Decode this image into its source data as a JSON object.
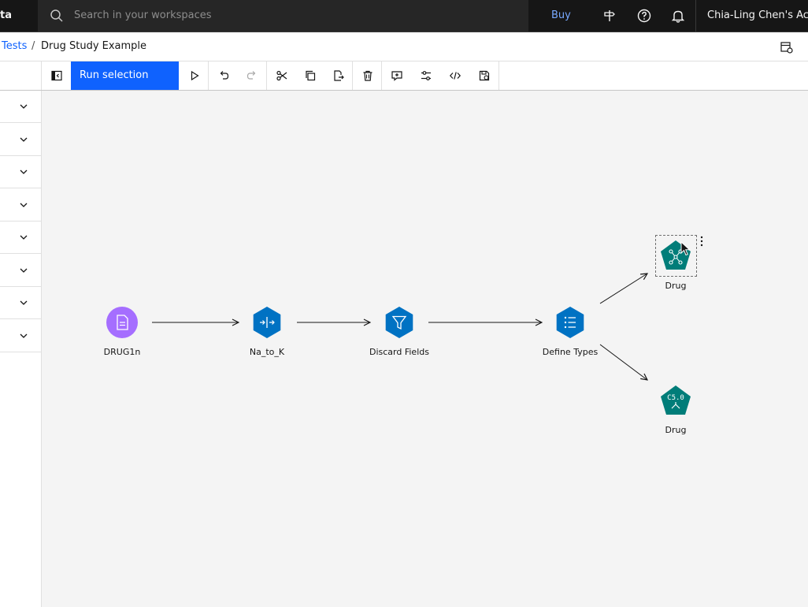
{
  "header": {
    "brand_fragment": "ta",
    "search_placeholder": "Search in your workspaces",
    "buy_label": "Buy",
    "account_label": "Chia-Ling Chen's Account"
  },
  "breadcrumb": {
    "parent": "Tests",
    "separator": "/",
    "current": "Drug Study Example"
  },
  "toolbar": {
    "run_selection_label": "Run selection"
  },
  "nodes": {
    "source": "DRUG1n",
    "derive": "Na_to_K",
    "filter": "Discard Fields",
    "type": "Define Types",
    "model_top": "Drug",
    "model_bottom": "Drug",
    "model_bottom_badge": "C5.0"
  },
  "colors": {
    "primary": "#0f62fe",
    "source_node": "#a56eff",
    "process_node": "#0072c3",
    "model_node": "#007d79"
  }
}
